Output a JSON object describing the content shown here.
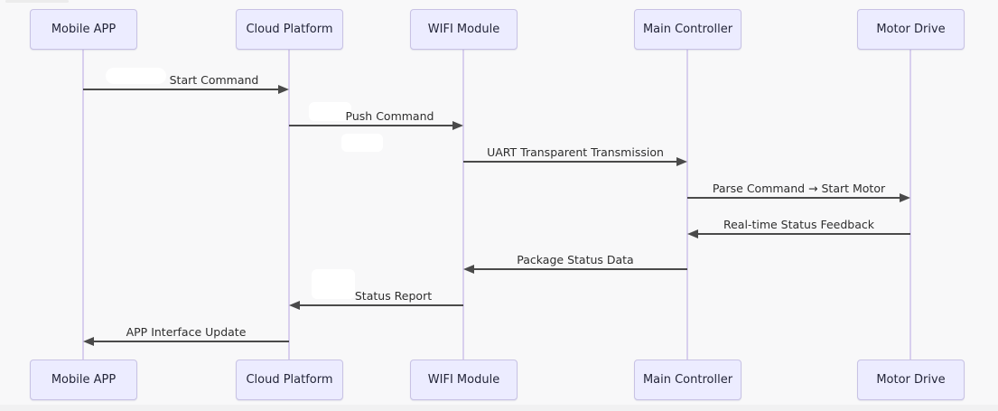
{
  "diagram": {
    "type": "sequence-diagram",
    "actors": [
      "Mobile APP",
      "Cloud Platform",
      "WIFI Module",
      "Main Controller",
      "Motor Drive"
    ],
    "messages": [
      {
        "from": "Mobile APP",
        "to": "Cloud Platform",
        "label": "Start Command",
        "direction": "right"
      },
      {
        "from": "Cloud Platform",
        "to": "WIFI Module",
        "label": "Push Command",
        "direction": "right"
      },
      {
        "from": "WIFI Module",
        "to": "Main Controller",
        "label": "UART Transparent Transmission",
        "direction": "right"
      },
      {
        "from": "Main Controller",
        "to": "Motor Drive",
        "label": "Parse Command → Start Motor",
        "direction": "right"
      },
      {
        "from": "Motor Drive",
        "to": "Main Controller",
        "label": "Real-time Status Feedback",
        "direction": "left"
      },
      {
        "from": "Main Controller",
        "to": "WIFI Module",
        "label": "Package Status Data",
        "direction": "left"
      },
      {
        "from": "WIFI Module",
        "to": "Cloud Platform",
        "label": "Status Report",
        "direction": "left"
      },
      {
        "from": "Cloud Platform",
        "to": "Mobile APP",
        "label": "APP Interface Update",
        "direction": "left"
      }
    ],
    "colors": {
      "actor_fill": "#ECECFF",
      "actor_border": "#c8c2e4",
      "lifeline": "#d8cfee",
      "arrow": "#4a4a4a",
      "text": "#2e2e2e",
      "background": "#f8f8f9"
    }
  }
}
